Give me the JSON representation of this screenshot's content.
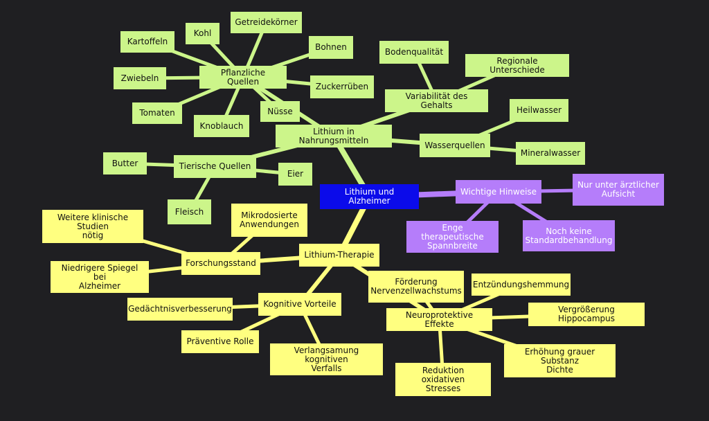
{
  "colors": {
    "background": "#1f1f22",
    "root": "#0b0bea",
    "food_branch": "#ccf58a",
    "therapy_branch": "#ffff80",
    "notes_branch": "#b57dfa"
  },
  "mindmap": {
    "root": "Lithium und Alzheimer",
    "food": {
      "label": "Lithium in Nahrungsmitteln",
      "plant": {
        "label": "Pflanzliche Quellen",
        "items": [
          "Kartoffeln",
          "Kohl",
          "Getreidekörner",
          "Bohnen",
          "Zuckerrüben",
          "Nüsse",
          "Knoblauch",
          "Tomaten",
          "Zwiebeln"
        ]
      },
      "animal": {
        "label": "Tierische Quellen",
        "items": [
          "Butter",
          "Eier",
          "Fleisch"
        ]
      },
      "variability": {
        "label": "Variabilität des Gehalts",
        "items": [
          "Bodenqualität",
          "Regionale Unterschiede"
        ]
      },
      "water": {
        "label": "Wasserquellen",
        "items": [
          "Heilwasser",
          "Mineralwasser"
        ]
      }
    },
    "therapy": {
      "label": "Lithium-Therapie",
      "research": {
        "label": "Forschungsstand",
        "items": [
          "Weitere klinische Studien nötig",
          "Mikrodosierte Anwendungen",
          "Niedrigere Spiegel bei Alzheimer"
        ]
      },
      "cognitive": {
        "label": "Kognitive Vorteile",
        "items": [
          "Gedächtnisverbesserung",
          "Präventive Rolle",
          "Verlangsamung kognitiven Verfalls"
        ]
      },
      "neuro": {
        "label": "Neuroprotektive Effekte",
        "items": [
          "Förderung Nervenzellwachstums",
          "Entzündungshemmung",
          "Vergrößerung Hippocampus",
          "Erhöhung grauer Substanz Dichte",
          "Reduktion oxidativen Stresses"
        ]
      }
    },
    "notes": {
      "label": "Wichtige Hinweise",
      "items": [
        "Nur unter ärztlicher Aufsicht",
        "Noch keine Standardbehandlung",
        "Enge therapeutische Spannbreite"
      ]
    }
  }
}
